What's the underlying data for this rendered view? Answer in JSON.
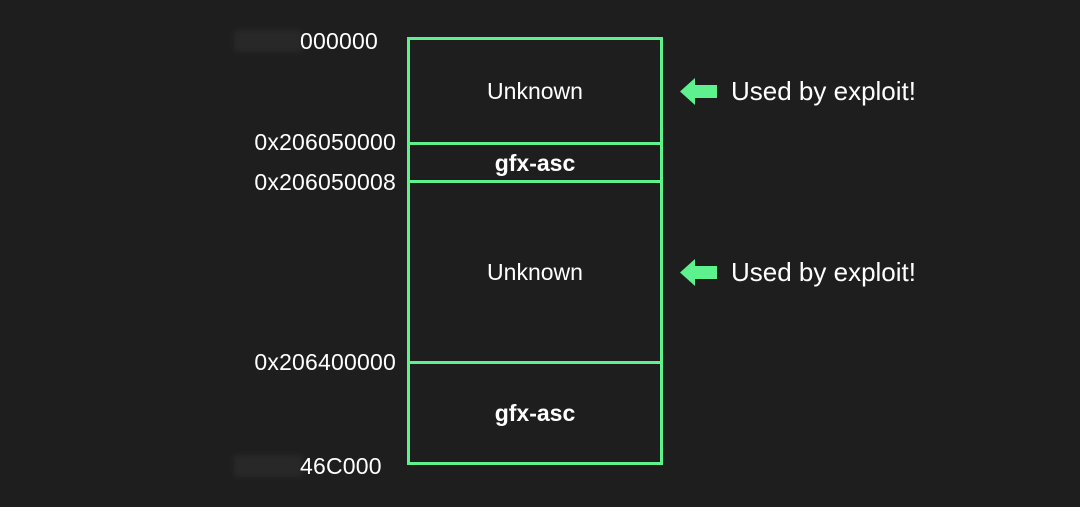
{
  "colors": {
    "accent": "#5ef28f",
    "background": "#1e1e1e",
    "text": "#ffffff"
  },
  "addresses": {
    "top": "000000",
    "a1": "0x206050000",
    "a2": "0x206050008",
    "a3": "0x206400000",
    "bottom": "46C000"
  },
  "segments": [
    {
      "label": "Unknown",
      "bold": false
    },
    {
      "label": "gfx-asc",
      "bold": true
    },
    {
      "label": "Unknown",
      "bold": false
    },
    {
      "label": "gfx-asc",
      "bold": true
    }
  ],
  "callouts": [
    {
      "text": "Used by exploit!",
      "icon": "left-arrow-icon"
    },
    {
      "text": "Used by exploit!",
      "icon": "left-arrow-icon"
    }
  ]
}
